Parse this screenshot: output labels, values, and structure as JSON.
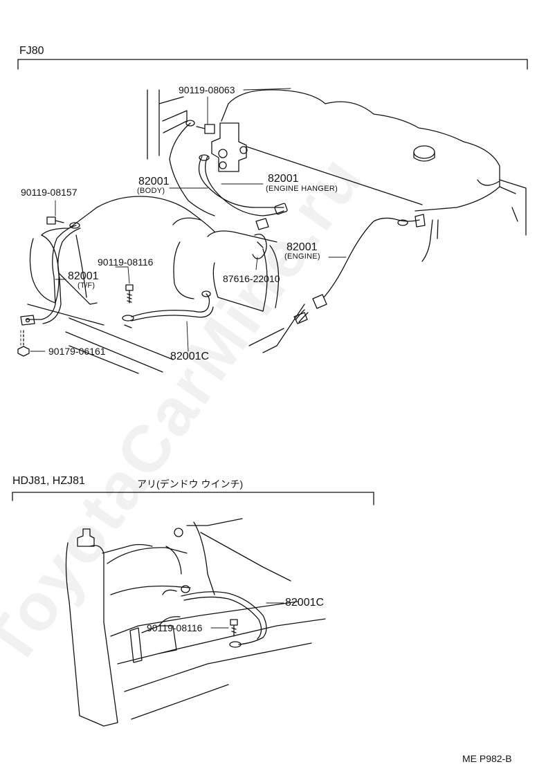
{
  "watermark": "ToyotaCarMine.ru",
  "section1": {
    "model": "FJ80",
    "labels": {
      "p90119_08063": "90119-08063",
      "p90119_08157": "90119-08157",
      "p82001_body": "82001",
      "p82001_body_sub": "(BODY)",
      "p82001_hanger": "82001",
      "p82001_hanger_sub": "(ENGINE HANGER)",
      "p82001_engine": "82001",
      "p82001_engine_sub": "(ENGINE)",
      "p90119_08116": "90119-08116",
      "p82001_tf": "82001",
      "p82001_tf_sub": "(T/F)",
      "p87616_22010": "87616-22010",
      "p90179_06161": "90179-06161",
      "p82001c": "82001C"
    }
  },
  "section2": {
    "model": "HDJ81, HZJ81",
    "note": "アリ(デンドウ ウインチ)",
    "labels": {
      "p82001c": "82001C",
      "p90119_08116": "90119-08116"
    }
  },
  "footer": {
    "code": "ME P982-B"
  }
}
